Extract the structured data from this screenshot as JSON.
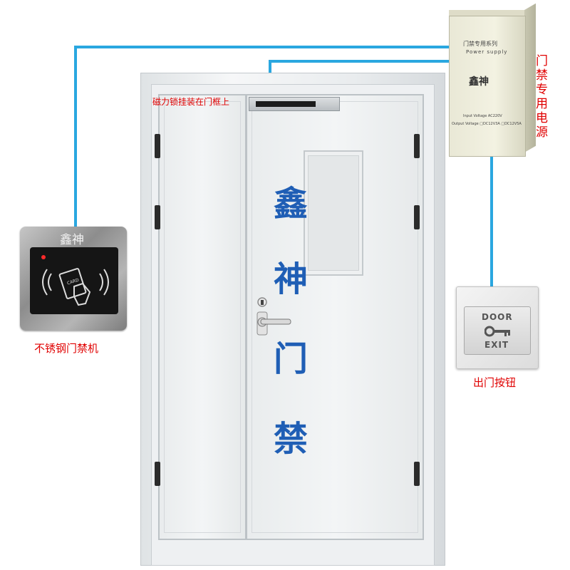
{
  "labels": {
    "maglock_label": "磁力锁挂装在门框上",
    "power_supply_label": "门禁专用电源",
    "card_reader_label": "不锈钢门禁机",
    "exit_button_label": "出门按钮"
  },
  "door_text": [
    "鑫",
    "神",
    "门",
    "禁"
  ],
  "power_supply": {
    "line1": "门禁专用系列",
    "line2": "Power supply",
    "brand": "鑫神",
    "input_voltage": "Input Voltage  AC220V",
    "output_voltage": "Output Voltage □DC12V3A □DC12V5A"
  },
  "card_reader": {
    "brand": "鑫神",
    "card_text": "CARD"
  },
  "exit_button": {
    "top_text": "DOOR",
    "bottom_text": "EXIT"
  },
  "colors": {
    "wire": "#2aa7e0",
    "label_red": "#e00000",
    "brand_blue": "#1f5eb5"
  }
}
